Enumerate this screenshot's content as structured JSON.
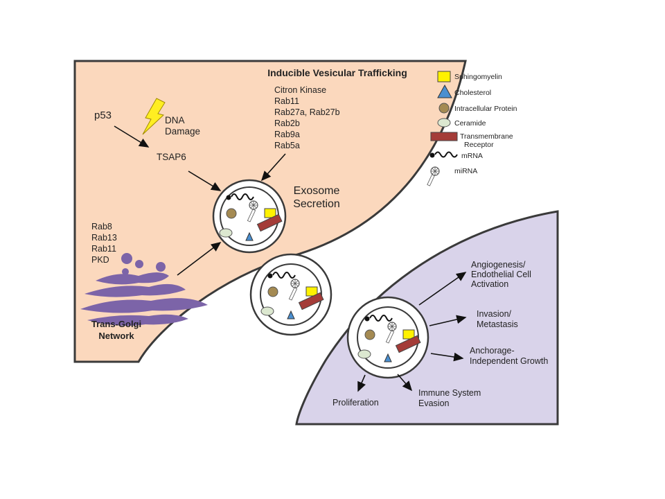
{
  "colors": {
    "donor_cell": "#fbd8bd",
    "recipient_cell": "#d9d3ea",
    "membrane": "#3a3a3a",
    "golgi": "#7c64a8",
    "sphingomyelin": "#fff200",
    "cholesterol": "#4a8fd0",
    "intracellular_protein": "#a48a52",
    "ceramide": "#dce8d0",
    "receptor": "#a43c38",
    "lightning": "#ffee22"
  },
  "title": "Inducible Vesicular Trafficking",
  "trafficking_proteins": [
    "Citron Kinase",
    "Rab11",
    "Rab27a, Rab27b",
    "Rab2b",
    "Rab9a",
    "Rab5a"
  ],
  "p53": "p53",
  "dna_damage": [
    "DNA",
    "Damage"
  ],
  "tsap6": "TSAP6",
  "exosome_secretion": [
    "Exosome",
    "Secretion"
  ],
  "golgi_proteins": [
    "Rab8",
    "Rab13",
    "Rab11",
    "PKD"
  ],
  "golgi_label": [
    "Trans-Golgi",
    "Network"
  ],
  "legend": {
    "sphingomyelin": "Sphingomyelin",
    "cholesterol": "Cholesterol",
    "intracellular_protein": "Intracellular Protein",
    "ceramide": "Ceramide",
    "receptor": [
      "Transmembrane",
      "Receptor"
    ],
    "mrna": "mRNA",
    "mirna": "miRNA"
  },
  "outcomes": {
    "angiogenesis": [
      "Angiogenesis/",
      "Endothelial Cell",
      "Activation"
    ],
    "invasion": [
      "Invasion/",
      "Metastasis"
    ],
    "anchorage": [
      "Anchorage-",
      "Independent Growth"
    ],
    "immune": [
      "Immune System",
      "Evasion"
    ],
    "proliferation": "Proliferation"
  }
}
